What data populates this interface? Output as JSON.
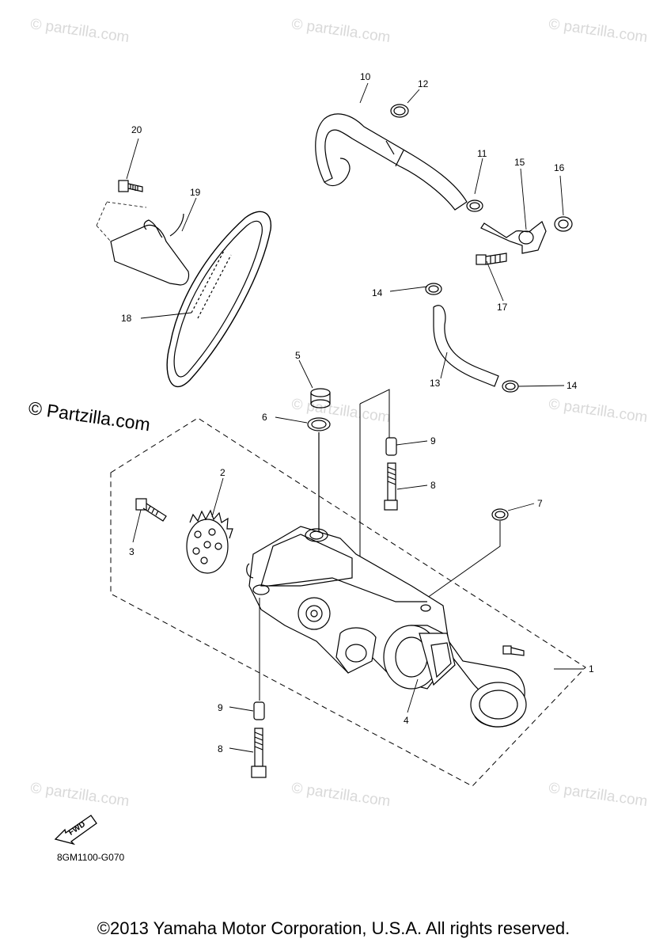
{
  "watermark": "© Partzilla.com",
  "watermark_lower": "© partzilla.com",
  "fwd_label": "FWD",
  "diagram_code": "8GM1100-G070",
  "copyright": "©2013 Yamaha Motor Corporation, U.S.A. All rights reserved.",
  "callouts": {
    "n1": "1",
    "n2": "2",
    "n3": "3",
    "n4": "4",
    "n5": "5",
    "n6": "6",
    "n7": "7",
    "n8a": "8",
    "n8b": "8",
    "n9a": "9",
    "n9b": "9",
    "n10": "10",
    "n11": "11",
    "n12": "12",
    "n13": "13",
    "n14a": "14",
    "n14b": "14",
    "n15": "15",
    "n16": "16",
    "n17": "17",
    "n18": "18",
    "n19": "19",
    "n20": "20"
  }
}
